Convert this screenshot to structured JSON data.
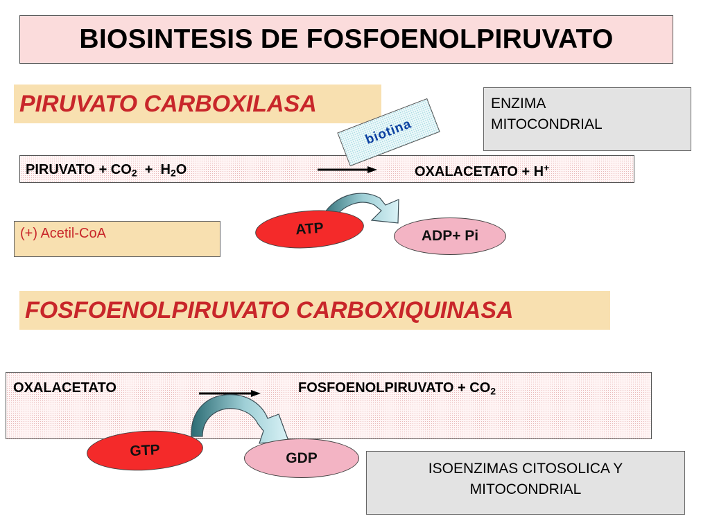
{
  "title": "BIOSINTESIS DE FOSFOENOLPIRUVATO",
  "enzyme1": {
    "name": "PIRUVATO CARBOXILASA",
    "location": [
      "ENZIMA",
      "MITOCONDRIAL"
    ],
    "cofactor": "biotina",
    "reaction": {
      "piruvato": "PIRUVATO + CO",
      "co2_sub": "2",
      "plus": "+",
      "h": "H",
      "h2o_sub": "2",
      "o": "O",
      "product": "OXALACETATO + H",
      "product_sup": "+"
    },
    "activator": "(+) Acetil-CoA",
    "consumes": "ATP",
    "produces": "ADP+ Pi"
  },
  "enzyme2": {
    "name": "FOSFOENOLPIRUVATO CARBOXIQUINASA",
    "location": "ISOENZIMAS CITOSOLICA Y MITOCONDRIAL",
    "reaction": {
      "substrate": "OXALACETATO",
      "product": "FOSFOENOLPIRUVATO + CO",
      "product_sub": "2"
    },
    "consumes": "GTP",
    "produces": "GDP"
  },
  "colors": {
    "title_bg": "#fbdcdc",
    "enzyme_label_bg": "#f8e0b0",
    "enzyme_label_text": "#c8262a",
    "info_box_bg": "#e3e3e3",
    "reaction_box_bg": "#fff5f5",
    "atp_gtp_fill": "#f42a2a",
    "adp_gdp_fill": "#f3b4c4",
    "curved_arrow_gradient": [
      "#2b6b73",
      "#d9f2f6"
    ],
    "biotina_text": "#0a3fa0"
  }
}
